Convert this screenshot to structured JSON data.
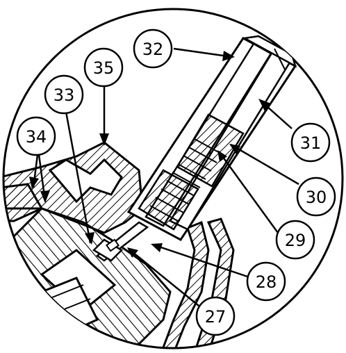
{
  "figure": {
    "stroke_color": "#000000",
    "background_color": "#ffffff",
    "callouts": [
      {
        "id": "c32",
        "label": "32"
      },
      {
        "id": "c35",
        "label": "35"
      },
      {
        "id": "c33",
        "label": "33"
      },
      {
        "id": "c34",
        "label": "34"
      },
      {
        "id": "c31",
        "label": "31"
      },
      {
        "id": "c30",
        "label": "30"
      },
      {
        "id": "c29",
        "label": "29"
      },
      {
        "id": "c28",
        "label": "28"
      },
      {
        "id": "c27",
        "label": "27"
      }
    ]
  }
}
